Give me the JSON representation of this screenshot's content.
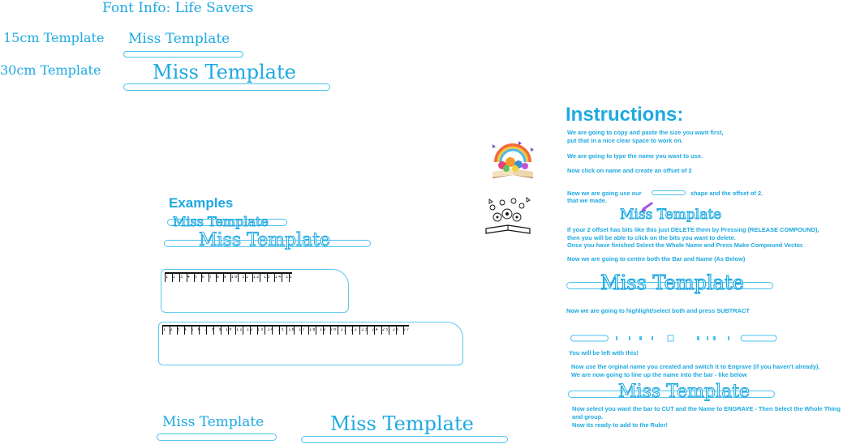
{
  "header": {
    "font_info": "Font Info: Life Savers",
    "label_15cm": "15cm Template",
    "label_30cm": "30cm Template",
    "template_name": "Miss Template"
  },
  "examples": {
    "title": "Examples",
    "name": "Miss Template"
  },
  "instructions": {
    "title": "Instructions:",
    "lines": [
      "We are going to copy and paste the size you want first,",
      " put that in a nice clear space to work on.",
      "We are going to type the name you want to use.",
      "Now click on name and create an offset of 2",
      "Now we are going use our",
      "shape and the offset of 2.",
      "that we made.",
      "If your 2 offset has bits like this just DELETE them by Pressing (RELEASE COMPOUND),",
      "then you will be able to click on the bits you want to delete.",
      "Once you have finished Select the Whole Name and Press Make Compound Vector.",
      "Now we are going to centre both the Bar and Name (As Below)",
      "Now we are going to highlight/select both and press SUBTRACT",
      "You will be left with this!",
      "Now use the orginal name you created and switch it to Engrave (if you haven't already).",
      "We are now going to line up the name into the bar - like below",
      "Now select you want the bar to CUT and the Name to ENGRAVE - Then Select the Whole Thing",
      "and group.",
      "Now its ready to add to the Ruler!"
    ],
    "name": "Miss Template"
  },
  "ruler_small_numbers": "1 2 3 4 5 6 7 8 9 10 11 12 13 14 15",
  "ruler_large_numbers": "1 2 3 4 5 6 7 8 9 10 11 12 13 14 15 16 17 18 19 20 21 22 23 24 25 26 27 28 29 30",
  "colors": {
    "accent": "#1ea9e1",
    "outline": "#4cc3f0"
  }
}
